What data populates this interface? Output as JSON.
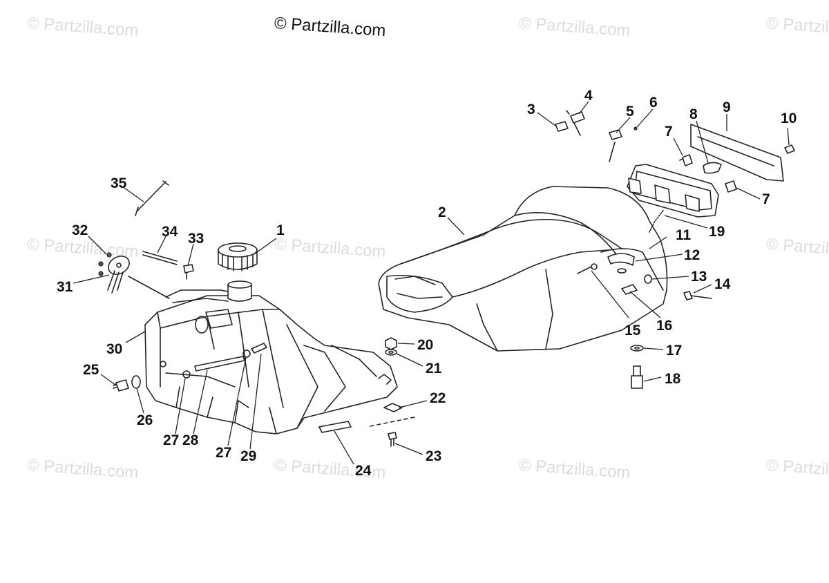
{
  "watermarks": {
    "main": "© Partzilla.com",
    "faint": "© Partzilla.com"
  },
  "callouts": [
    "1",
    "2",
    "3",
    "4",
    "5",
    "6",
    "7",
    "7",
    "8",
    "9",
    "10",
    "11",
    "12",
    "13",
    "14",
    "15",
    "16",
    "17",
    "18",
    "19",
    "20",
    "21",
    "22",
    "23",
    "24",
    "25",
    "26",
    "27",
    "27",
    "28",
    "29",
    "30",
    "31",
    "32",
    "33",
    "34",
    "35"
  ]
}
